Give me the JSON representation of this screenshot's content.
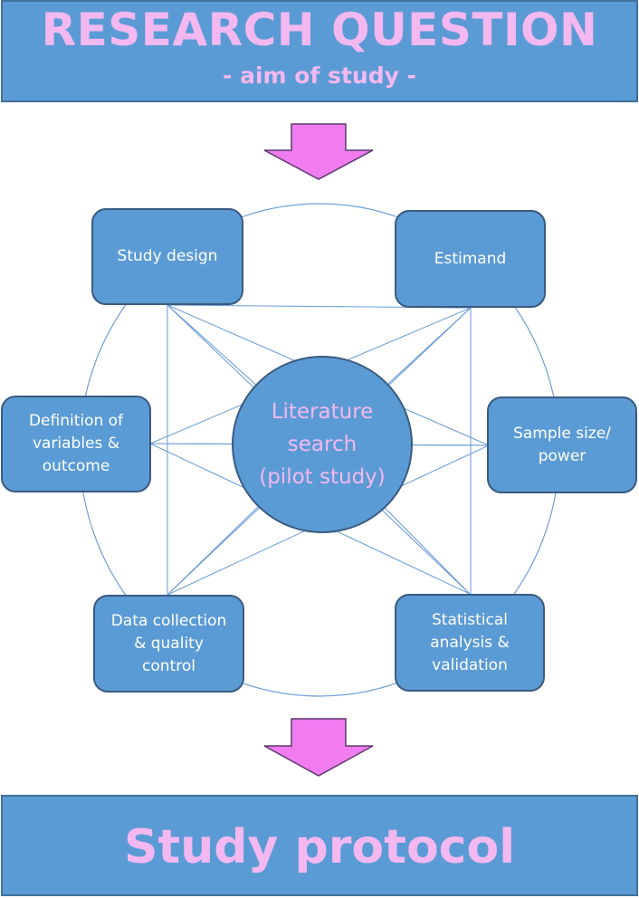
{
  "header": {
    "title": "RESEARCH QUESTION",
    "subtitle": "- aim of study -"
  },
  "center": {
    "label": "Literature\nsearch\n(pilot study)"
  },
  "nodes": {
    "study_design": "Study design",
    "estimand": "Estimand",
    "definition_of_variables": "Definition of\nvariables &\noutcome",
    "sample_size": "Sample size/\npower",
    "data_collection": "Data collection\n& quality\ncontrol",
    "statistical_analysis": "Statistical\nanalysis &\nvalidation"
  },
  "footer": {
    "title": "Study protocol"
  },
  "colors": {
    "box_fill": "#5b9bd5",
    "box_border": "#3a5a80",
    "accent_text": "#f4b8f0",
    "arrow_fill": "#f07cf0",
    "connector_line": "#6fa0d8"
  }
}
